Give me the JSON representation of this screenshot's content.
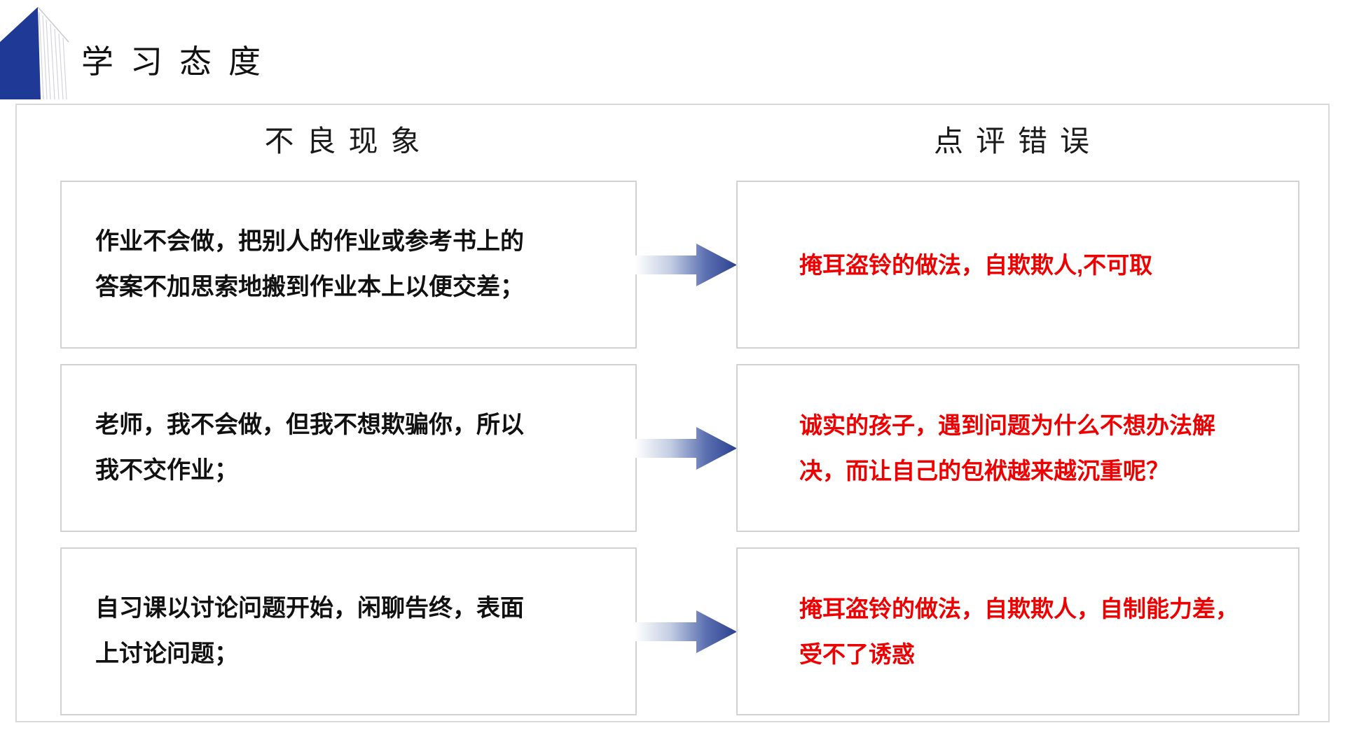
{
  "slide": {
    "title": "学习态度",
    "icons": {
      "book_icon": "blue-book-corner"
    },
    "colors": {
      "title_text": "#111111",
      "comment_red": "#ee0000",
      "book_cover_blue": "#1e3a96",
      "arrow_blue_dark": "#2c4190",
      "frame_border_gray": "#d9d9d9"
    }
  },
  "table": {
    "left_header": "不良现象",
    "right_header": "点评错误",
    "rows": [
      {
        "phenomenon": "作业不会做，把别人的作业或参考书上的\n答案不加思索地搬到作业本上以便交差；",
        "comment": "掩耳盗铃的做法，自欺欺人,不可取"
      },
      {
        "phenomenon": "老师，我不会做，但我不想欺骗你，所以\n我不交作业；",
        "comment": "诚实的孩子，遇到问题为什么不想办法解\n决，而让自己的包袱越来越沉重呢？"
      },
      {
        "phenomenon": "自习课以讨论问题开始，闲聊告终，表面\n上讨论问题；",
        "comment": "掩耳盗铃的做法，自欺欺人，自制能力差，\n受不了诱惑"
      }
    ]
  }
}
